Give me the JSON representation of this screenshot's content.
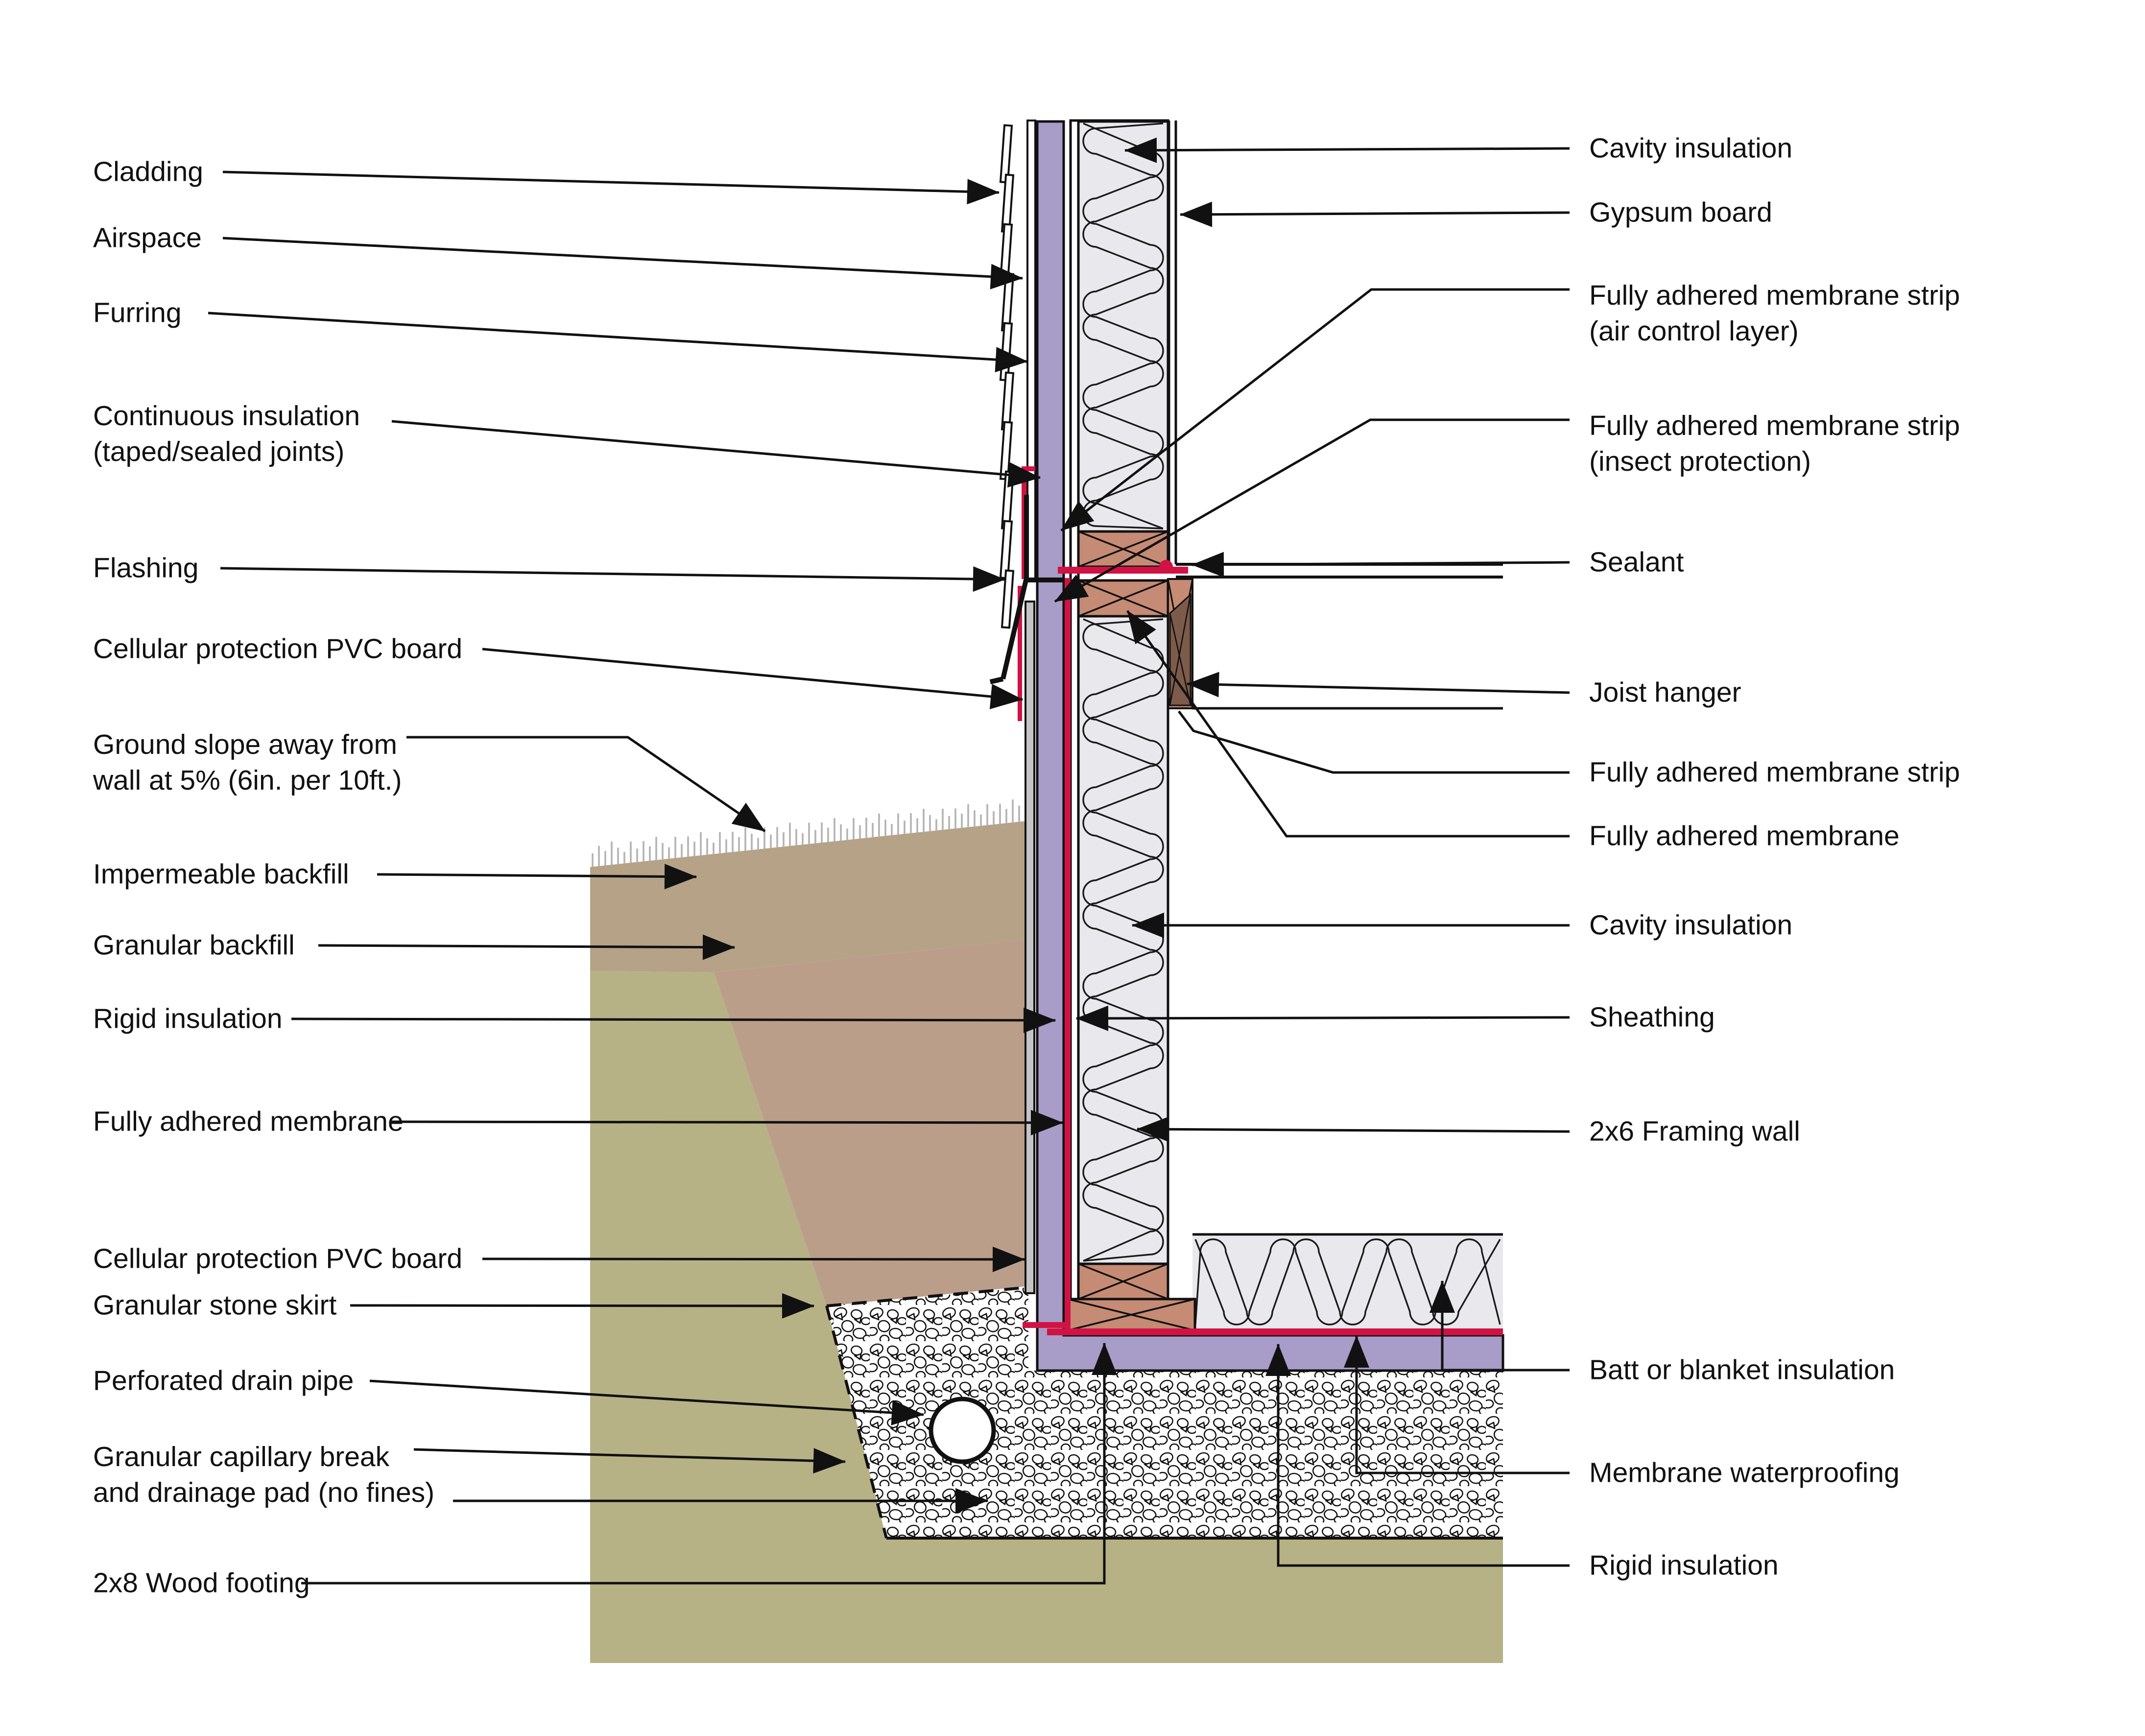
{
  "diagram": {
    "kind": "architectural wall-to-foundation section detail",
    "orientation": "vertical wall section with below-grade footing"
  },
  "colors": {
    "insulation_purple": "#a89cc8",
    "membrane_red": "#d11244",
    "wood_salmon": "#c68b74",
    "joist_hanger_brown": "#7d5b4a",
    "pvc_board_gray": "#c4c4c4",
    "impermeable_backfill_tan": "#b5a287",
    "granular_backfill_tan": "#bb9e89",
    "soil_olive": "#b6b286",
    "batt_fill_gray": "#e9e9ed",
    "grass_gray": "#b3b3b3",
    "line_black": "#111111",
    "board_white": "#ffffff"
  },
  "labels": {
    "left": [
      {
        "id": "cladding",
        "text": "Cladding"
      },
      {
        "id": "airspace",
        "text": "Airspace"
      },
      {
        "id": "furring",
        "text": "Furring"
      },
      {
        "id": "continuous-insulation",
        "text": "Continuous insulation\n(taped/sealed joints)"
      },
      {
        "id": "flashing",
        "text": "Flashing"
      },
      {
        "id": "pvc-board-upper",
        "text": "Cellular protection PVC board"
      },
      {
        "id": "ground-slope",
        "text": "Ground slope away from\nwall at 5% (6in. per 10ft.)"
      },
      {
        "id": "impermeable-backfill",
        "text": "Impermeable backfill"
      },
      {
        "id": "granular-backfill",
        "text": "Granular backfill"
      },
      {
        "id": "rigid-insulation-left",
        "text": "Rigid insulation"
      },
      {
        "id": "fully-adhered-membrane-left",
        "text": "Fully adhered membrane"
      },
      {
        "id": "pvc-board-lower",
        "text": "Cellular protection PVC board"
      },
      {
        "id": "granular-stone-skirt",
        "text": "Granular stone skirt"
      },
      {
        "id": "perforated-drain-pipe",
        "text": "Perforated drain pipe"
      },
      {
        "id": "capillary-break",
        "text": "Granular capillary break\nand drainage pad (no fines)"
      },
      {
        "id": "wood-footing",
        "text": "2x8 Wood footing"
      }
    ],
    "right": [
      {
        "id": "cavity-insulation-top",
        "text": "Cavity insulation"
      },
      {
        "id": "gypsum-board",
        "text": "Gypsum board"
      },
      {
        "id": "membrane-strip-air",
        "text": "Fully adhered membrane strip\n(air control layer)"
      },
      {
        "id": "membrane-strip-insect",
        "text": "Fully adhered membrane strip\n(insect protection)"
      },
      {
        "id": "sealant",
        "text": "Sealant"
      },
      {
        "id": "joist-hanger",
        "text": "Joist hanger"
      },
      {
        "id": "membrane-strip-mid",
        "text": "Fully adhered membrane strip"
      },
      {
        "id": "fully-adhered-membrane-right",
        "text": "Fully adhered membrane"
      },
      {
        "id": "cavity-insulation-mid",
        "text": "Cavity insulation"
      },
      {
        "id": "sheathing",
        "text": "Sheathing"
      },
      {
        "id": "framing-wall",
        "text": "2x6 Framing wall"
      },
      {
        "id": "batt-blanket",
        "text": "Batt or blanket insulation"
      },
      {
        "id": "membrane-waterproofing",
        "text": "Membrane waterproofing"
      },
      {
        "id": "rigid-insulation-bottom",
        "text": "Rigid insulation"
      }
    ]
  }
}
